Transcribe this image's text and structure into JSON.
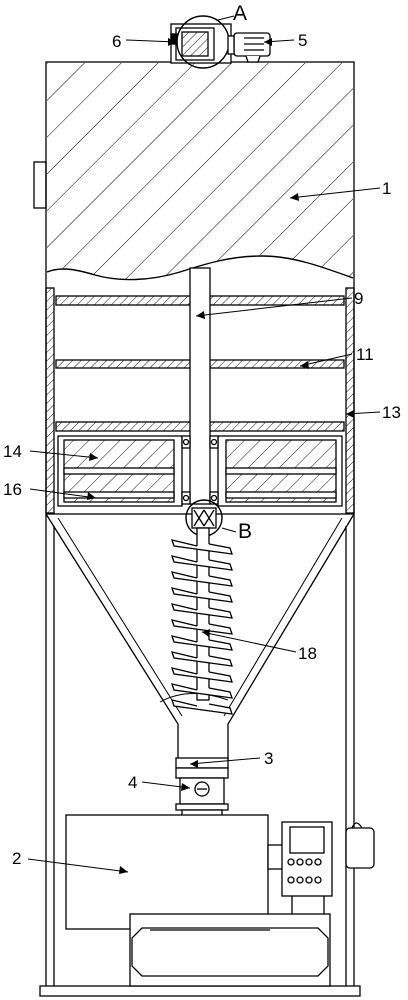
{
  "labels": {
    "l1": "1",
    "l2": "2",
    "l3": "3",
    "l4": "4",
    "l5": "5",
    "l6": "6",
    "l9": "9",
    "l11": "11",
    "l13": "13",
    "l14": "14",
    "l16": "16",
    "l18": "18",
    "detail_a": "A",
    "detail_b": "B"
  },
  "colors": {
    "stroke": "#000000",
    "background": "#ffffff"
  }
}
